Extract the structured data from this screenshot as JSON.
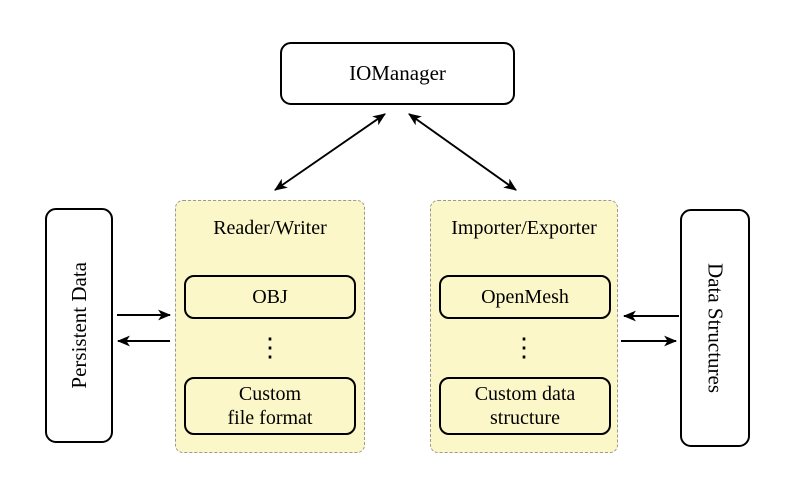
{
  "colors": {
    "background": "#ffffff",
    "group_fill": "#fbf7c8",
    "group_border": "#999999",
    "node_fill": "#ffffff",
    "node_border": "#000000",
    "arrow": "#000000",
    "text": "#000000"
  },
  "nodes": {
    "iomanager": {
      "label": "IOManager"
    },
    "persistent_data": {
      "label": "Persistent Data"
    },
    "data_structures": {
      "label": "Data Structures"
    },
    "reader_writer": {
      "title": "Reader/Writer",
      "items": [
        {
          "label": "OBJ"
        },
        {
          "label": "⋮"
        },
        {
          "label": "Custom\nfile format"
        }
      ]
    },
    "importer_exporter": {
      "title": "Importer/Exporter",
      "items": [
        {
          "label": "OpenMesh"
        },
        {
          "label": "⋮"
        },
        {
          "label": "Custom data\nstructure"
        }
      ]
    }
  },
  "relations": [
    {
      "from": "IOManager",
      "to": "Reader/Writer",
      "type": "bidirectional"
    },
    {
      "from": "IOManager",
      "to": "Importer/Exporter",
      "type": "bidirectional"
    },
    {
      "from": "Persistent Data",
      "to": "Reader/Writer",
      "type": "directed"
    },
    {
      "from": "Reader/Writer",
      "to": "Persistent Data",
      "type": "directed"
    },
    {
      "from": "Data Structures",
      "to": "Importer/Exporter",
      "type": "directed"
    },
    {
      "from": "Importer/Exporter",
      "to": "Data Structures",
      "type": "directed"
    }
  ]
}
